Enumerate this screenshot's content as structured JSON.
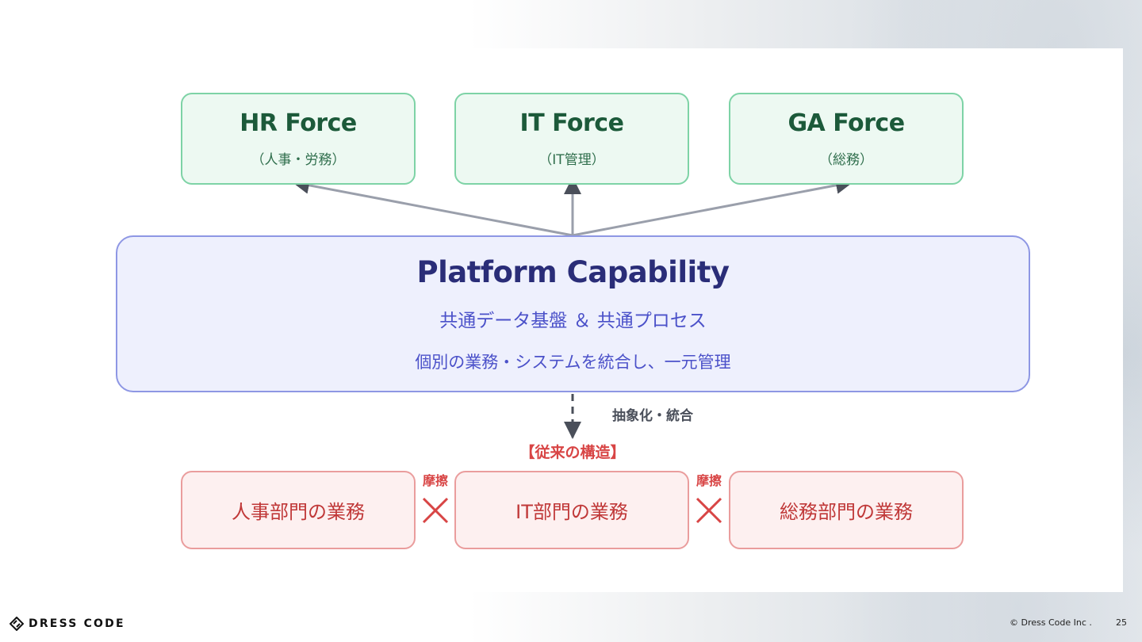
{
  "top_boxes": [
    {
      "title": "HR Force",
      "subtitle": "（人事・労務）"
    },
    {
      "title": "IT Force",
      "subtitle": "（IT管理）"
    },
    {
      "title": "GA Force",
      "subtitle": "（総務）"
    }
  ],
  "platform": {
    "title": "Platform Capability",
    "line1": "共通データ基盤 ＆ 共通プロセス",
    "line2": "個別の業務・システムを統合し、一元管理"
  },
  "abstraction_label": "抽象化・統合",
  "legacy": {
    "heading": "【従来の構造】",
    "friction_label": "摩擦",
    "friction_mark": "✕",
    "boxes": [
      "人事部門の業務",
      "IT部門の業務",
      "総務部門の業務"
    ]
  },
  "footer": {
    "logo_text": "DRESS CODE",
    "copyright": "© Dress Code Inc .",
    "page_number": "25"
  },
  "colors": {
    "green_border": "#7ed3a6",
    "green_fill": "#edf9f2",
    "blue_border": "#8e97e4",
    "blue_fill": "#eef0fd",
    "red_border": "#ea9d9d",
    "red_fill": "#fdf0f0",
    "arrow": "#9a9fab",
    "arrow_head": "#4a4f5a"
  }
}
